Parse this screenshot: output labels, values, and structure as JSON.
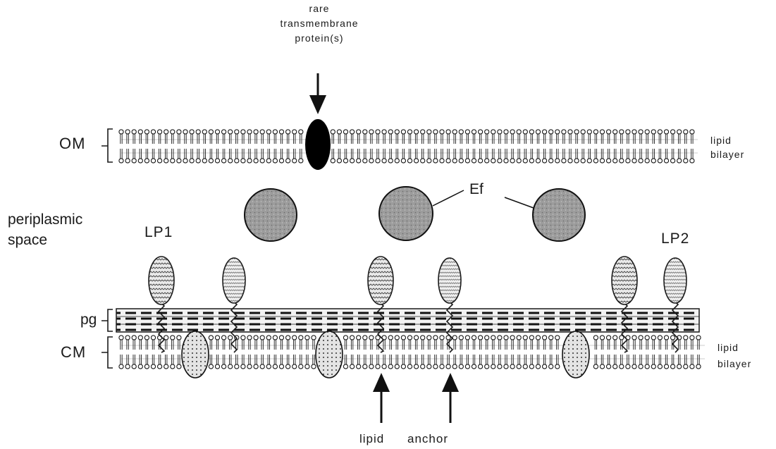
{
  "labels": {
    "rare_line1": "rare",
    "rare_line2": "transmembrane",
    "rare_line3": "protein(s)",
    "om": "OM",
    "cm": "CM",
    "pg": "pg",
    "lipid_bilayer_top_1": "lipid",
    "lipid_bilayer_top_2": "bilayer",
    "lipid_bilayer_bottom_1": "lipid",
    "lipid_bilayer_bottom_2": "bilayer",
    "ef": "Ef",
    "periplasmic_1": "periplasmic",
    "periplasmic_2": "space",
    "lp1": "LP1",
    "lp2": "LP2",
    "lipid_anchor_1": "lipid",
    "lipid_anchor_2": "anchor"
  },
  "colors": {
    "line": "#1a1a1a",
    "ef_fill": "#9a9a9a",
    "transmembrane_fill": "#000000",
    "lipoprotein_fill": "#e6e6e6",
    "membrane_protein_fill": "#dcdcdc",
    "peptidoglycan_fill": "#f2f2f2"
  }
}
